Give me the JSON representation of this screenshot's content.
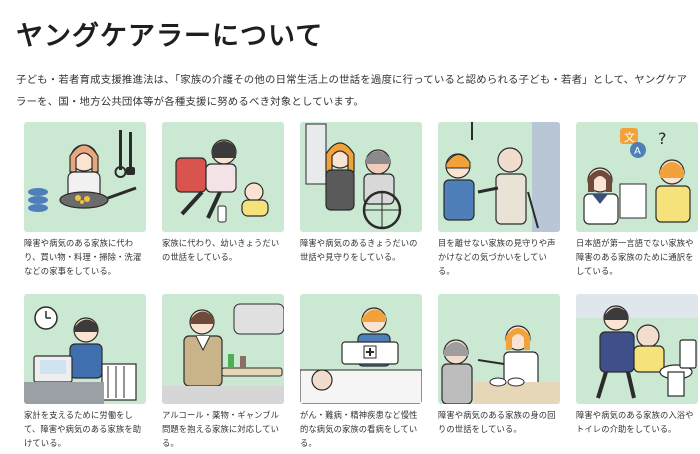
{
  "page": {
    "title": "ヤングケアラーについて",
    "intro": "子ども・若者育成支援推進法は、「家族の介護その他の日常生活上の世話を過度に行っていると認められる子ども・若者」として、ヤングケアラーを、国・地方公共団体等が各種支援に努めるべき対象としています。"
  },
  "colors": {
    "card_bg": "#cbe8d3",
    "outline": "#2b2b2b",
    "accent_orange": "#f2a23a",
    "accent_blue": "#4f7fb8"
  },
  "cards": [
    {
      "icon": "cooking-icon",
      "caption": "障害や病気のある家族に代わり、買い物・料理・掃除・洗濯などの家事をしている。"
    },
    {
      "icon": "sibling-care-icon",
      "caption": "家族に代わり、幼いきょうだいの世話をしている。"
    },
    {
      "icon": "wheelchair-icon",
      "caption": "障害や病気のあるきょうだいの世話や見守りをしている。"
    },
    {
      "icon": "watching-elder-icon",
      "caption": "目を離せない家族の見守りや声かけなどの気づかいをしている。"
    },
    {
      "icon": "interpreting-icon",
      "caption": "日本語が第一言語でない家族や障害のある家族のために通訳をしている。"
    },
    {
      "icon": "working-icon",
      "caption": "家計を支えるために労働をして、障害や病気のある家族を助けている。"
    },
    {
      "icon": "addiction-support-icon",
      "caption": "アルコール・薬物・ギャンブル問題を抱える家族に対応している。"
    },
    {
      "icon": "nursing-icon",
      "caption": "がん・難病・精神疾患など慢性的な病気の家族の看病をしている。"
    },
    {
      "icon": "feeding-icon",
      "caption": "障害や病気のある家族の身の回りの世話をしている。"
    },
    {
      "icon": "bathing-toilet-icon",
      "caption": "障害や病気のある家族の入浴やトイレの介助をしている。"
    }
  ]
}
